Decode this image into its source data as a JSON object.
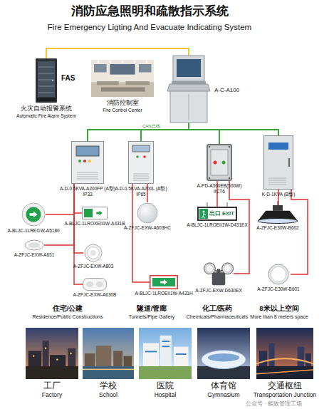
{
  "diagram": {
    "title": "消防应急照明和疏散指示系统",
    "nodes": [
      {
        "text": [
          "FAS",
          "火灾自动报警系统",
          "Automatic Fire Alarm System"
        ]
      },
      {
        "text": [
          "消防控制室",
          "Fire Control Center"
        ]
      },
      {
        "text": [
          "A-C-A100"
        ]
      },
      {
        "text": [
          "A-D-0.5KVA-A200FP (A型) IP33"
        ]
      },
      {
        "text": [
          "A-D-0.5KVA-A200L (A型) IP65"
        ]
      },
      {
        "text": [
          "A-PD-A300EB(500W) IICT6"
        ]
      },
      {
        "text": [
          "K-D-1KVA (B型)"
        ]
      },
      {
        "text": [
          "A-BLJC-1LREI1W-A5180"
        ]
      },
      {
        "text": [
          "A-BLJC-1LROXEII1W-A431B"
        ]
      },
      {
        "text": [
          "A-ZFJC-EXW-A631"
        ]
      },
      {
        "text": [
          "A-ZFJC-EXW-A803"
        ]
      },
      {
        "text": [
          "A-ZFJC-EXW-A630B"
        ]
      },
      {
        "text": [
          "A-ZFJC-EXW-A603HC"
        ]
      },
      {
        "text": [
          "A-BLJC-1LROEII1W-A431H"
        ]
      },
      {
        "text": [
          "出口 EXIT",
          "A-BLJC-1LROEII1W-D431EX"
        ]
      },
      {
        "text": [
          "A-ZFJC-EXW-D630EX"
        ]
      },
      {
        "text": [
          "A-ZFJC-E30W-B602"
        ]
      },
      {
        "text": [
          "A-ZFJC-E30W-B601"
        ]
      },
      {
        "text": [
          "工厂",
          "Factory"
        ]
      },
      {
        "text": [
          "学校",
          "School"
        ]
      },
      {
        "text": [
          "医院",
          "Hospital"
        ]
      },
      {
        "text": [
          "体育馆",
          "Gymnasium"
        ]
      },
      {
        "text": [
          "交通枢纽",
          "Transportation Junction"
        ]
      }
    ],
    "edges": [
      {
        "from": 0,
        "to": 2,
        "arrow": "none"
      },
      {
        "from": 2,
        "to": 3,
        "arrow": "none"
      },
      {
        "from": 2,
        "to": 4,
        "arrow": "none"
      },
      {
        "from": 2,
        "to": 5,
        "arrow": "none"
      },
      {
        "from": 2,
        "to": 6,
        "arrow": "none"
      },
      {
        "from": 3,
        "to": 7,
        "arrow": "none"
      },
      {
        "from": 3,
        "to": 8,
        "arrow": "none"
      },
      {
        "from": 3,
        "to": 9,
        "arrow": "none"
      },
      {
        "from": 3,
        "to": 10,
        "arrow": "none"
      },
      {
        "from": 3,
        "to": 11,
        "arrow": "none"
      },
      {
        "from": 4,
        "to": 12,
        "arrow": "none"
      },
      {
        "from": 4,
        "to": 13,
        "arrow": "none"
      },
      {
        "from": 5,
        "to": 14,
        "arrow": "none"
      },
      {
        "from": 5,
        "to": 15,
        "arrow": "none"
      },
      {
        "from": 6,
        "to": 16,
        "arrow": "none"
      },
      {
        "from": 6,
        "to": 17,
        "arrow": "none"
      }
    ],
    "labels": [
      "Fire Emergency Ligting And Evacuate Indicating System",
      "CAN总线",
      "住宅/公建",
      "Residence/Public Constructions",
      "隧道/管廊",
      "Tunnels/Pipe Gallery",
      "化工/医药",
      "Chemicals/Pharmaceuticals",
      "8米以上空间",
      "More than 8 meters space",
      "公众号 · 能效管理工场"
    ]
  }
}
